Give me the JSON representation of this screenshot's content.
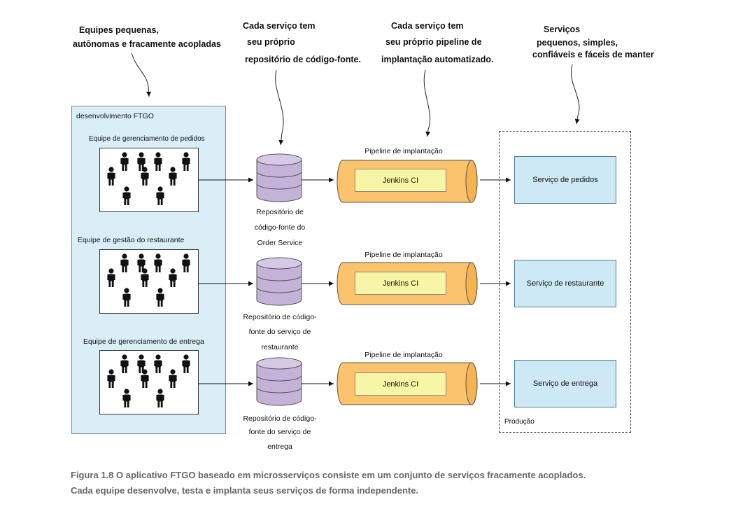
{
  "annotations": {
    "teams_line1": "Equipes pequenas,",
    "teams_line2": "autônomas e fracamente acopladas",
    "repo_line1": "Cada serviço tem",
    "repo_line2": "seu próprio",
    "repo_line3": "repositório de código-fonte.",
    "pipeline_line1": "Cada serviço tem",
    "pipeline_line2": "seu próprio pipeline de",
    "pipeline_line3": "implantação automatizado.",
    "services_line1": "Serviços",
    "services_line2": "pequenos, simples,",
    "services_line3": "confiáveis e fáceis de manter"
  },
  "ftgo_label": "desenvolvimento FTGO",
  "teams": [
    {
      "label": "Equipe de gerenciamento de pedidos"
    },
    {
      "label": "Equipe de gestão do restaurante"
    },
    {
      "label": "Equipe de gerenciamento de entrega"
    }
  ],
  "repos": [
    {
      "line1": "Repositório de",
      "line2": "código-fonte do",
      "line3": "Order Service"
    },
    {
      "line1": "Repositório de código-",
      "line2": "fonte do serviço de",
      "line3": "restaurante"
    },
    {
      "line1": "Repositório de código-",
      "line2": "fonte do serviço de",
      "line3": "entrega"
    }
  ],
  "pipelines": [
    {
      "label": "Pipeline de implantação",
      "tool": "Jenkins CI"
    },
    {
      "label": "Pipeline de implantação",
      "tool": "Jenkins CI"
    },
    {
      "label": "Pipeline de implantação",
      "tool": "Jenkins CI"
    }
  ],
  "services": [
    {
      "label": "Serviço de pedidos"
    },
    {
      "label": "Serviço de restaurante"
    },
    {
      "label": "Serviço de entrega"
    }
  ],
  "production_label": "Produção",
  "caption": {
    "line1": "Figura 1.8 O aplicativo FTGO baseado em microsserviços consiste em um conjunto de serviços fracamente acoplados.",
    "line2": "Cada equipe desenvolve, testa e implanta seus serviços de forma independente."
  }
}
